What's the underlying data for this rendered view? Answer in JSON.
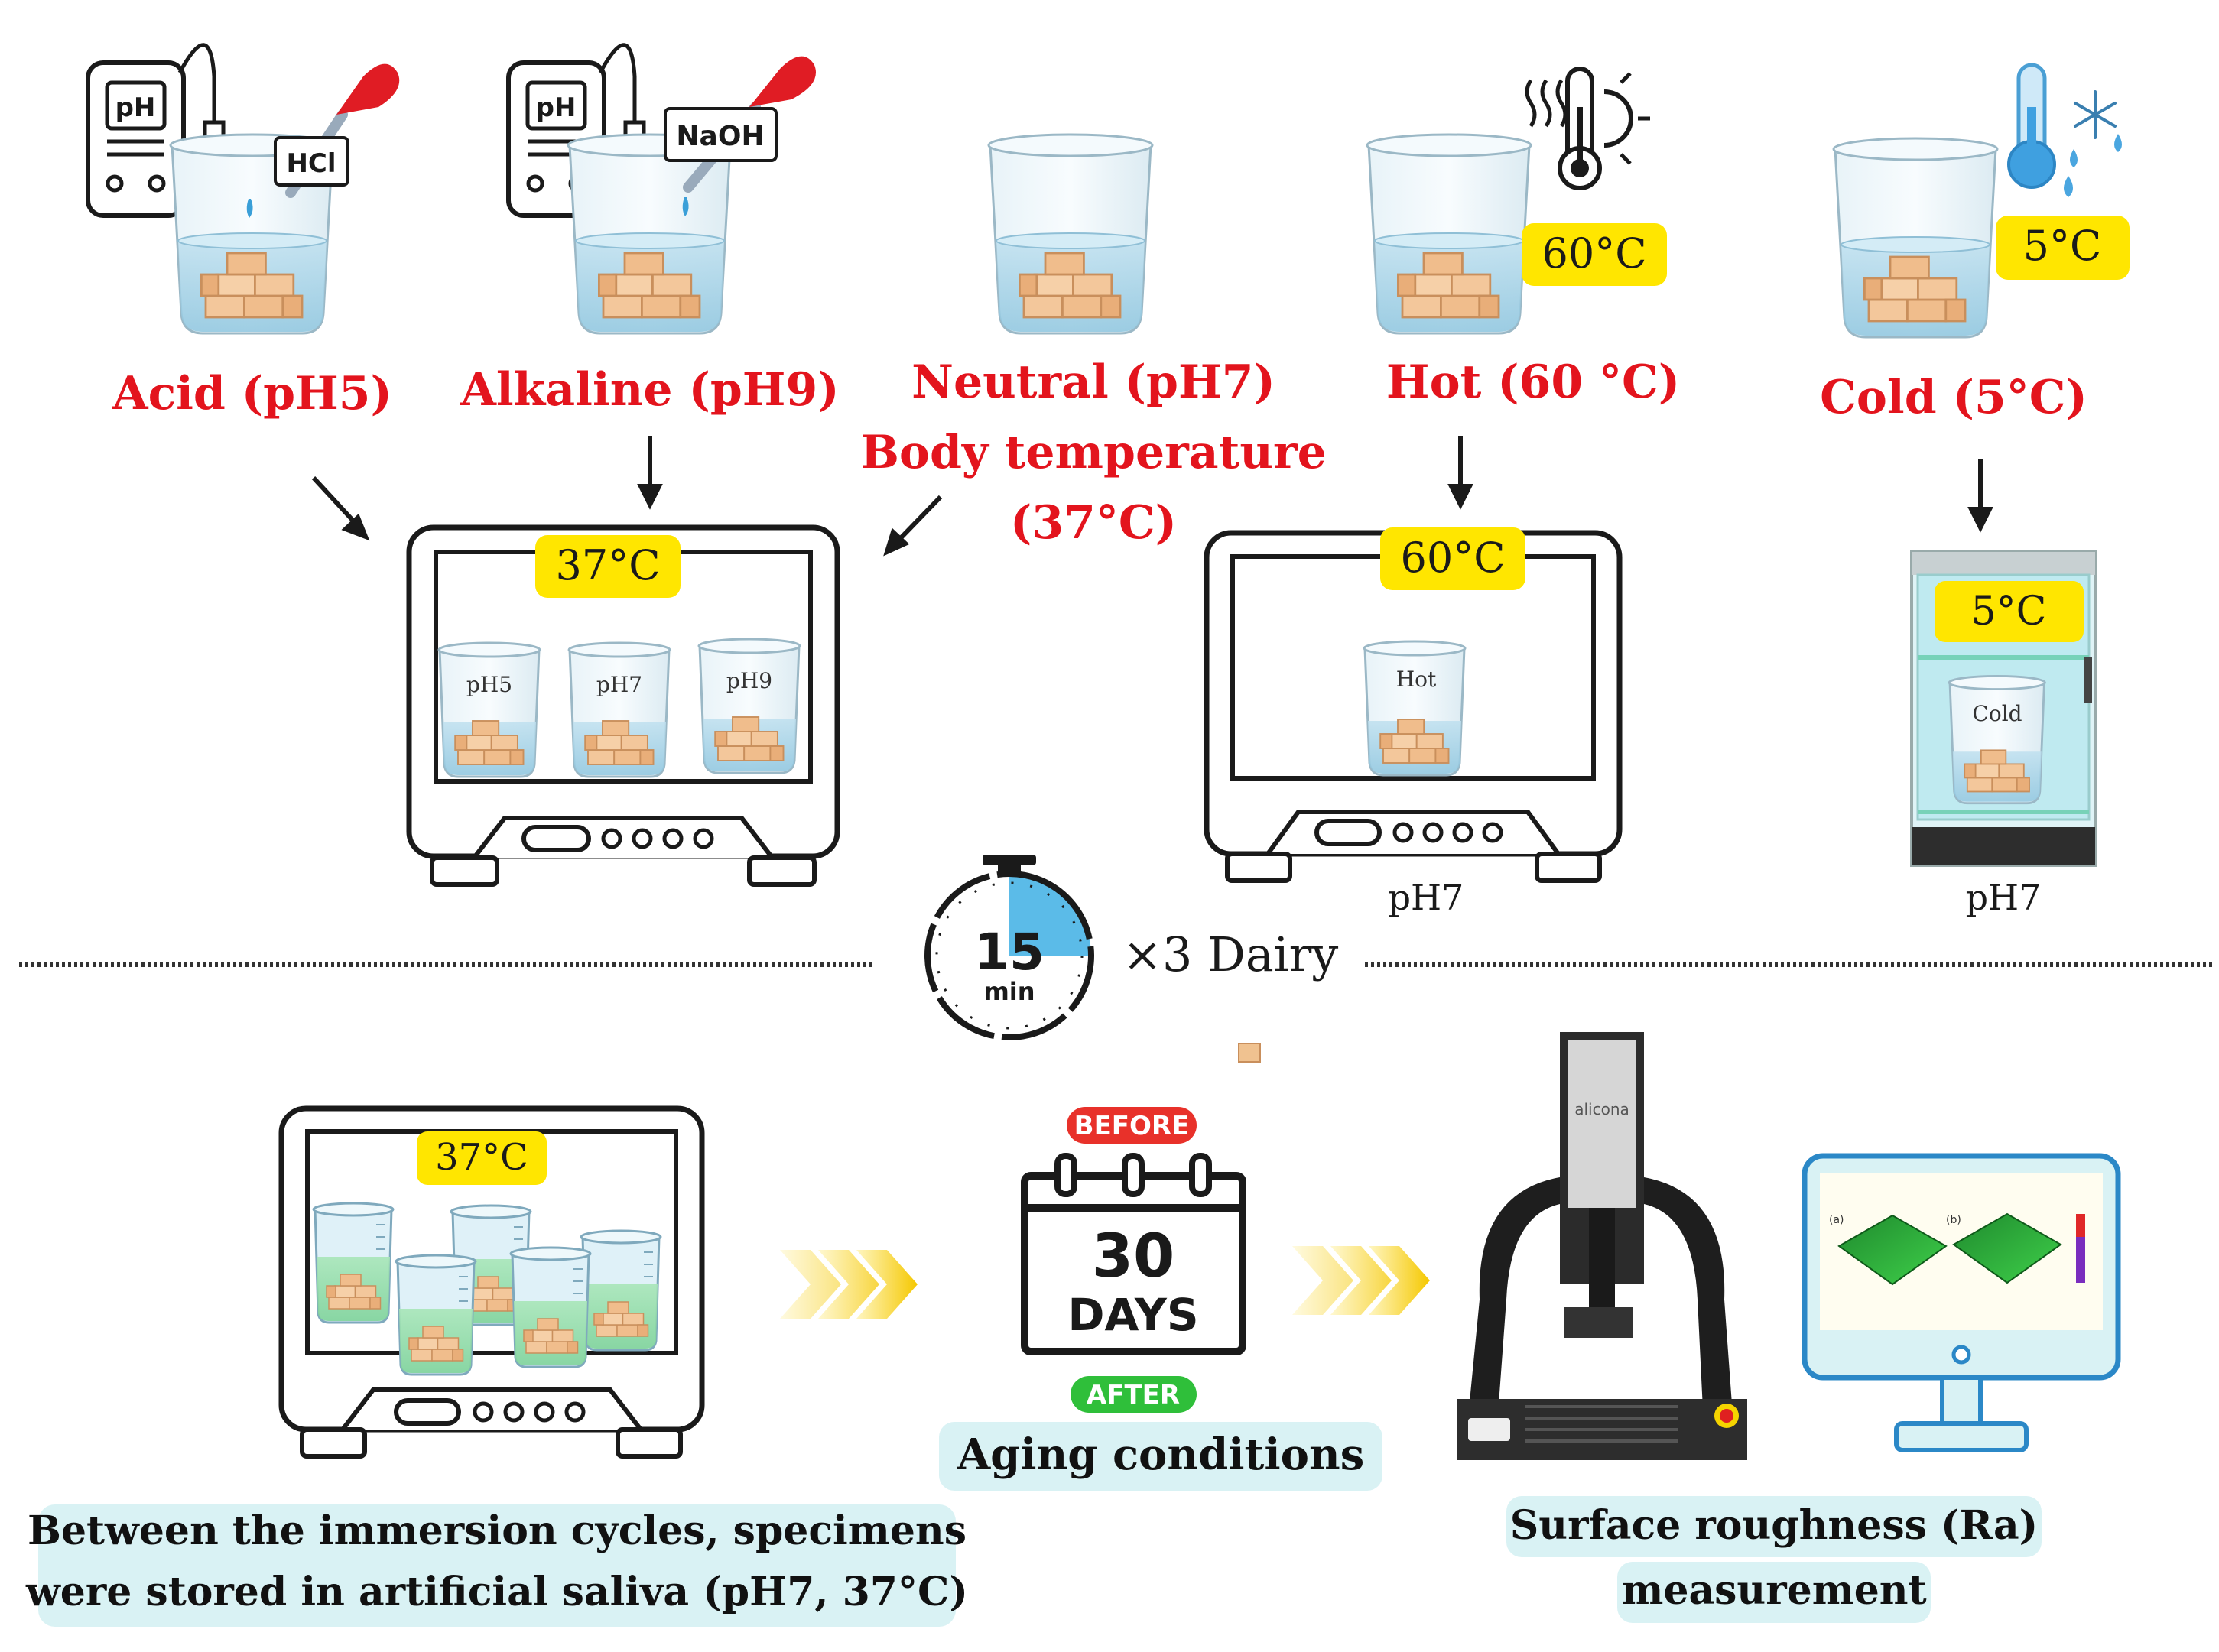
{
  "conditions": {
    "acid": "Acid (pH5)",
    "alkaline": "Alkaline (pH9)",
    "neutral_line1": "Neutral (pH7)",
    "neutral_line2": "Body temperature",
    "neutral_line3": "(37°C)",
    "hot": "Hot  (60 °C)",
    "cold": "Cold (5°C)"
  },
  "reagents": {
    "acid": "HCl",
    "base": "NaOH"
  },
  "meter_label": "pH",
  "temp_badges": {
    "hot_beaker": "60°C",
    "cold_beaker": "5°C",
    "incubator_main": "37°C",
    "incubator_hot": "60°C",
    "fridge": "5°C",
    "storage": "37°C"
  },
  "inner_beakers": {
    "ph5": "pH5",
    "ph7": "pH7",
    "ph9": "pH9",
    "hot": "Hot",
    "cold": "Cold"
  },
  "under_labels": {
    "hot": "pH7",
    "cold": "pH7"
  },
  "timer": {
    "value": "15",
    "unit": "min",
    "repeat": "×3 Dairy"
  },
  "calendar": {
    "before": "BEFORE",
    "days_number": "30",
    "days_word": "DAYS",
    "after": "AFTER"
  },
  "device_brand": "alicona",
  "captions": {
    "storage_line1": "Between the immersion cycles, specimens",
    "storage_line2": "were stored in artificial saliva (pH7, 37°C)",
    "aging": "Aging conditions",
    "roughness_line1": "Surface roughness (Ra)",
    "roughness_line2": "measurement"
  },
  "monitor_panels": {
    "a": "(a)",
    "b": "(b)"
  },
  "colors": {
    "label_red": "#e3141d",
    "badge_yellow": "#ffe600",
    "caption_bg": "#d9f2f4",
    "arrow_yellow": "#f5c800",
    "timer_blue": "#5bbbe8",
    "before_red": "#e8312a",
    "after_green": "#2fbf3a"
  }
}
